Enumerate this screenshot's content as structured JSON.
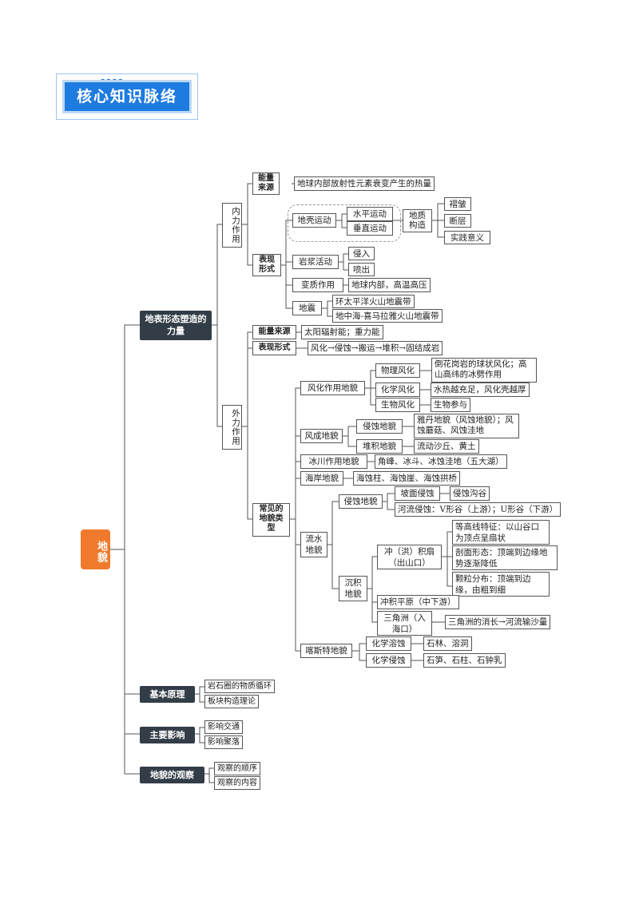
{
  "header": {
    "title": "核心知识脉络",
    "dots": "▪▪▪▪"
  },
  "root": "地貌",
  "a": "地表形态塑造的力量",
  "a1": "内力作用",
  "a1_energy": "能量来源",
  "a1_energy_val": "地球内部放射性元素衰变产生的热量",
  "a1_forms": "表现形式",
  "crust": "地壳运动",
  "horiz": "水平运动",
  "vertic": "垂直运动",
  "structure": "地质构造",
  "fold": "褶皱",
  "fault": "断层",
  "practical": "实践意义",
  "magma": "岩浆活动",
  "intrude": "侵入",
  "erupt": "喷出",
  "meta": "变质作用",
  "meta_val": "地球内部，高温高压",
  "quake": "地震",
  "quake1": "环太平洋火山地震带",
  "quake2": "地中海-喜马拉雅火山地震带",
  "a2": "外力作用",
  "a2_energy": "能量来源",
  "a2_energy_val": "太阳辐射能；重力能",
  "a2_forms": "表现形式",
  "a2_forms_val": "风化→侵蚀→搬运→堆积→固结成岩",
  "common": "常见的地貌类型",
  "weather": "风化作用地貌",
  "physw": "物理风化",
  "physw_val": "倒花岗岩的球状风化；高山高纬的冰劈作用",
  "chemw": "化学风化",
  "chemw_val": "水热越充足，风化壳越厚",
  "biow": "生物风化",
  "biow_val": "生物参与",
  "wind": "风成地貌",
  "wind_ero": "侵蚀地貌",
  "wind_ero_val": "雅丹地貌（风蚀地貌）；风蚀蘑菇、风蚀洼地",
  "wind_dep": "堆积地貌",
  "wind_dep_val": "流动沙丘、黄土",
  "glacier": "冰川作用地貌",
  "glacier_val": "角峰、冰斗、冰蚀洼地（五大湖）",
  "coast": "海岸地貌",
  "coast_val": "海蚀柱、海蚀崖、海蚀拱桥",
  "river": "流水地貌",
  "r_ero": "侵蚀地貌",
  "slope": "坡面侵蚀",
  "slope_val": "侵蚀沟谷",
  "valley": "河流侵蚀：V形谷（上游）；U形谷（下游）",
  "r_dep": "沉积地貌",
  "fan": "冲（洪）积扇（出山口）",
  "fan1": "等高线特征：以山谷口为顶点呈扇状",
  "fan2": "剖面形态：顶端到边缘地势逐渐降低",
  "fan3": "颗粒分布：顶端到边缘，由粗到细",
  "plain": "冲积平原（中下游）",
  "delta": "三角洲（入海口）",
  "delta_val": "三角洲的消长→河流输沙量",
  "karst": "喀斯特地貌",
  "k_sol": "化学溶蚀",
  "k_sol_val": "石林、溶洞",
  "k_dep": "化学侵蚀",
  "k_dep_val": "石笋、石柱、石钟乳",
  "b": "基本原理",
  "b1": "岩石圈的物质循环",
  "b2": "板块构造理论",
  "c": "主要影响",
  "c1": "影响交通",
  "c2": "影响聚落",
  "d": "地貌的观察",
  "d1": "观察的顺序",
  "d2": "观察的内容"
}
